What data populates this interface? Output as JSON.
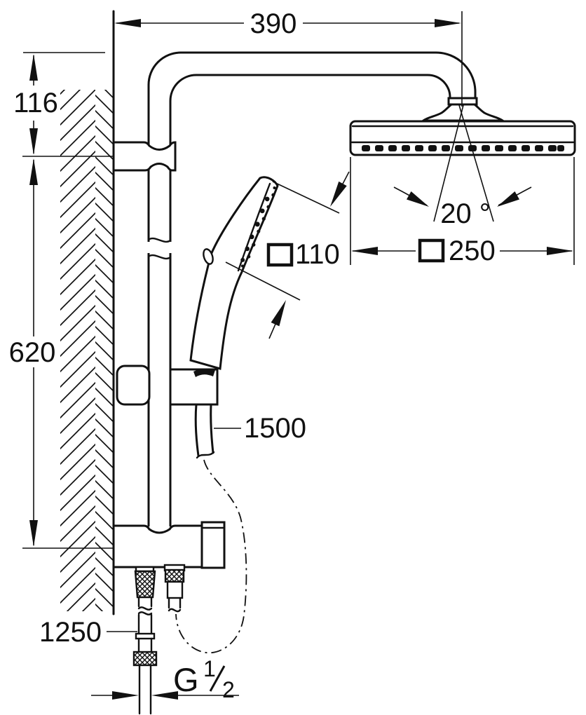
{
  "drawing": {
    "colors": {
      "line": "#111111",
      "background": "#ffffff"
    },
    "dimensions": {
      "arm_reach": "390",
      "arm_to_bracket": "116",
      "bracket_to_valve": "620",
      "head_angle": "20 °",
      "head_shower_face": "250",
      "head_shower_face_prefix": "□",
      "hand_shower_face": "110",
      "hand_shower_face_prefix": "□",
      "shower_hose": "1500",
      "supply_hose": "1250",
      "thread": {
        "letter": "G",
        "numerator": "1",
        "denominator": "2"
      }
    }
  }
}
